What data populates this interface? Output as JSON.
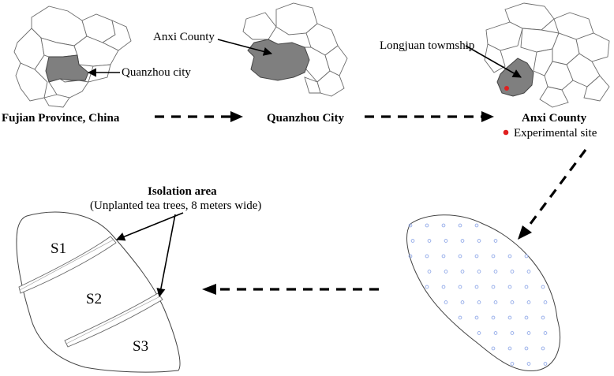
{
  "labels": {
    "fujian": "Fujian Province, China",
    "quanzhou_city_caption": "Quanzhou City",
    "anxi_county_caption": "Anxi County",
    "quanzhou_city_pointer": "Quanzhou city",
    "anxi_county_pointer": "Anxi County",
    "longjuan_pointer": "Longjuan towmship",
    "experimental_site": "Experimental site",
    "isolation_title": "Isolation area",
    "isolation_sub": "(Unplanted tea trees, 8 meters wide)",
    "s1": "S1",
    "s2": "S2",
    "s3": "S3"
  },
  "colors": {
    "highlight": "#7f7f7f",
    "site_dot": "#e02020",
    "sample_dots": "#8fa8e8"
  },
  "icons": {
    "site_marker": "red-dot-icon"
  }
}
